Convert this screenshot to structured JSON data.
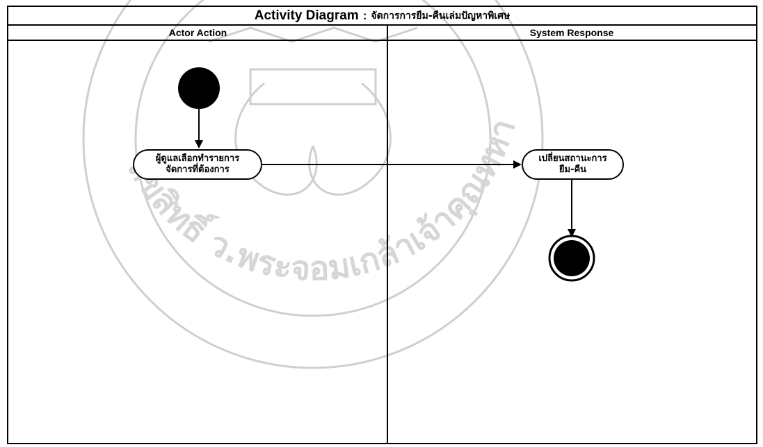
{
  "diagram": {
    "title": "Activity Diagram",
    "title_separator": ":",
    "title_subtitle": "จัดการการยืม-คืนเล่มปัญหาพิเศษ",
    "lanes": [
      {
        "label": "Actor Action"
      },
      {
        "label": "System Response"
      }
    ],
    "nodes": {
      "actor_action": {
        "line1": "ผู้ดูแลเลือกทำรายการ",
        "line2": "จัดการที่ต้องการ"
      },
      "system_response": {
        "line1": "เปลี่ยนสถานะการ",
        "line2": "ยืม-คืน"
      }
    },
    "watermark": {
      "text": "ลิขสิทธิ์ ว.พระจอมเกล้าเจ้าคุณทหารลาดกระบัง"
    }
  },
  "colors": {
    "line": "#000000",
    "fill": "#000000",
    "node_background": "#ffffff",
    "watermark": "#c8c8c8"
  }
}
